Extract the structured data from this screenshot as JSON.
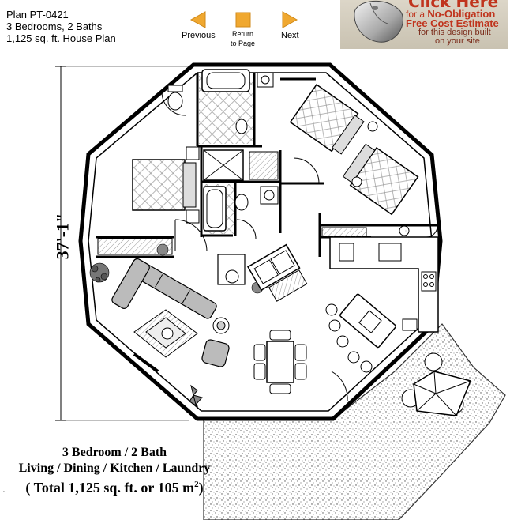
{
  "header": {
    "plan_id": "Plan PT-0421",
    "bedrooms_baths": "3 Bedrooms, 2 Baths",
    "area_desc": "1,125 sq. ft. House Plan"
  },
  "nav": {
    "previous_label": "Previous",
    "return_label_1": "Return",
    "return_label_2": "to Page",
    "next_label": "Next",
    "arrow_color": "#f0a830"
  },
  "banner": {
    "headline": "Click Here",
    "line1_prefix": "for a",
    "line1_bold": "No-Obligation",
    "line2": "Free Cost Estimate",
    "line3": "for this design built",
    "line4": "on your site",
    "accent_color": "#c0341d"
  },
  "plan": {
    "dimension": "37'-1\""
  },
  "caption": {
    "line1": "3 Bedroom / 2 Bath",
    "line2": "Living / Dining / Kitchen / Laundry",
    "line3": "( Total 1,125 sq. ft. or 105 m",
    "line3_sup": "2",
    "line3_end": ")"
  }
}
